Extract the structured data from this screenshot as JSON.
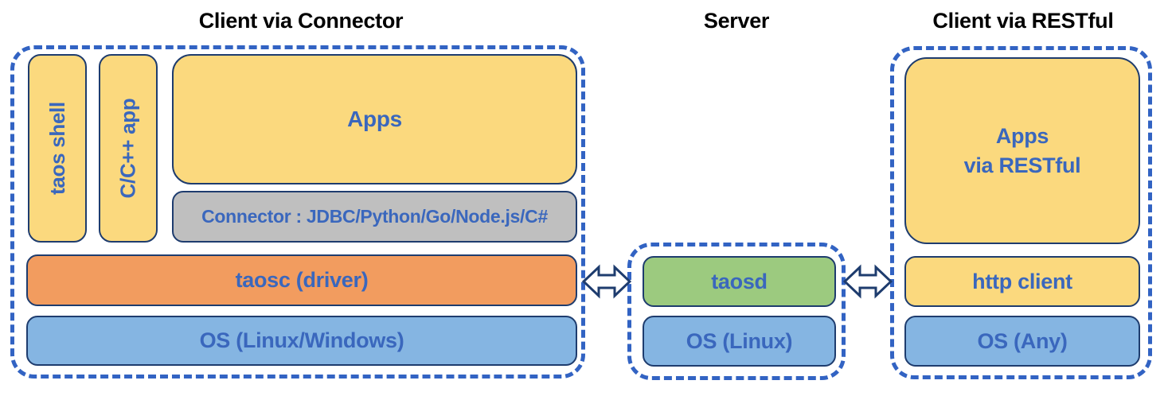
{
  "diagram": {
    "titles": {
      "connector": "Client via Connector",
      "server": "Server",
      "restful": "Client via RESTful"
    },
    "connector_group": {
      "taos_shell": "taos shell",
      "cpp_app": "C/C++ app",
      "apps": "Apps",
      "connector": "Connector : JDBC/Python/Go/Node.js/C#",
      "taosc": "taosc (driver)",
      "os": "OS (Linux/Windows)"
    },
    "server_group": {
      "taosd": "taosd",
      "os": "OS (Linux)"
    },
    "restful_group": {
      "apps_line1": "Apps",
      "apps_line2": "via RESTful",
      "http_client": "http client",
      "os": "OS (Any)"
    },
    "icons": {
      "left_arrow": "bidirectional-arrow",
      "right_arrow": "bidirectional-arrow"
    },
    "colors": {
      "yellow_box": "#FBD97E",
      "orange_box": "#F29C5F",
      "blue_box": "#85B5E2",
      "green_box": "#9CCA7F",
      "gray_box": "#BFBFBF",
      "dashed_border": "#3263C3",
      "box_border": "#1E3C6E",
      "label_text": "#3A67BD",
      "title_text": "#000000"
    }
  }
}
